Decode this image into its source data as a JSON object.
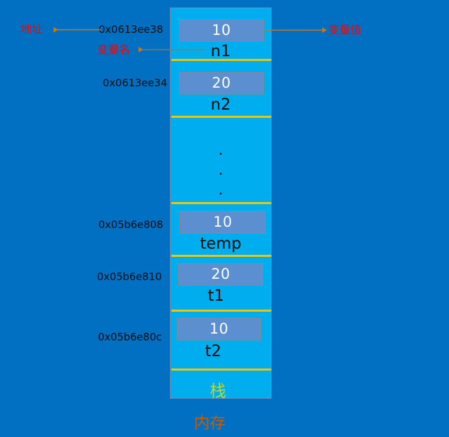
{
  "diagram": {
    "title_caption": "内存",
    "stack_label": "栈",
    "ellipsis": ".",
    "colors": {
      "background": "#0170c2",
      "column_fill": "#00aeef",
      "value_box_fill": "#5b8fd0",
      "divider_yellow": "#f5c400",
      "annotation_red": "#ff0000",
      "arrow_orange": "#c8761e",
      "stack_green": "#b4d936",
      "caption_orange": "#c65d00"
    },
    "annotations": [
      {
        "name": "address-annotation",
        "label": "地址"
      },
      {
        "name": "variable-name-annotation",
        "label": "变量名"
      },
      {
        "name": "variable-value-annotation",
        "label": "变量值"
      }
    ],
    "cells": [
      {
        "address": "0x0613ee38",
        "value": "10",
        "var_name": "n1"
      },
      {
        "address": "0x0613ee34",
        "value": "20",
        "var_name": "n2"
      },
      {
        "address": "",
        "value": "",
        "var_name": ""
      },
      {
        "address": "0x05b6e808",
        "value": "10",
        "var_name": "temp"
      },
      {
        "address": "0x05b6e810",
        "value": "20",
        "var_name": "t1"
      },
      {
        "address": "0x05b6e80c",
        "value": "10",
        "var_name": "t2"
      }
    ]
  }
}
